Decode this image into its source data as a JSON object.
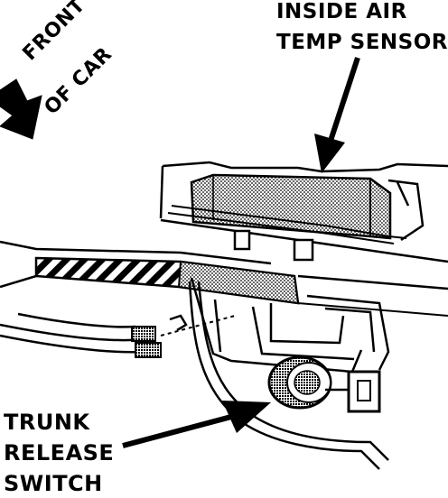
{
  "labels": {
    "sensor_line1": "INSIDE AIR",
    "sensor_line2": "TEMP SENSOR",
    "front_line1": "FRONT",
    "front_line2": "OF CAR",
    "trunk_line1": "TRUNK",
    "trunk_line2": "RELEASE",
    "trunk_line3": "SWITCH"
  },
  "colors": {
    "ink": "#000000",
    "paper": "#ffffff"
  }
}
